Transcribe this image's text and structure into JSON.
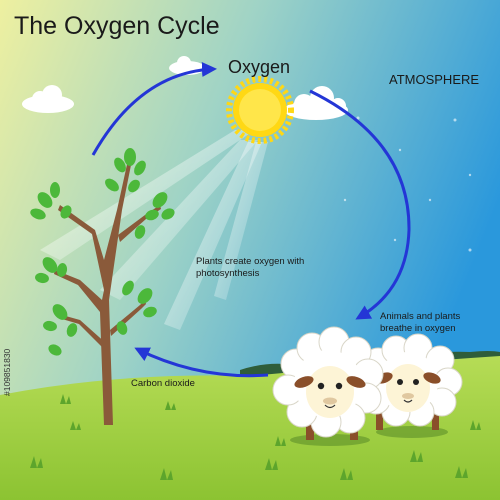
{
  "diagram": {
    "title": "The Oxygen Cycle",
    "node_oxygen": "Oxygen",
    "node_atmosphere": "ATMOSPHERE",
    "label_photosynthesis": "Plants create oxygen with photosynthesis",
    "label_breathe": "Animals and plants breathe in oxygen",
    "label_co2": "Carbon dioxide",
    "stock_id": "#109851830"
  },
  "colors": {
    "sky_top": "#2e9fdc",
    "sky_left": "#e9ec9a",
    "grass": "#9ccf3a",
    "arrow": "#2436d6",
    "sun": "#ffd814",
    "trunk": "#8a5a3a",
    "leaf": "#4cb83a"
  }
}
